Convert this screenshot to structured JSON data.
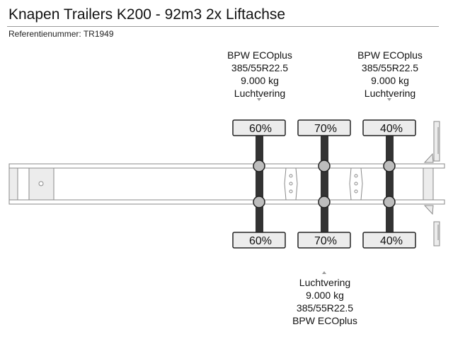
{
  "title": "Knapen Trailers K200 - 92m3 2x Liftachse",
  "reference": "Referentienummer: TR1949",
  "axles": [
    {
      "top_percent": "60%",
      "bottom_percent": "60%",
      "spec_position": "top",
      "spec": [
        "BPW ECOplus",
        "385/55R22.5",
        "9.000 kg",
        "Luchtvering"
      ]
    },
    {
      "top_percent": "70%",
      "bottom_percent": "70%",
      "spec_position": "bottom",
      "spec": [
        "Luchtvering",
        "9.000 kg",
        "385/55R22.5",
        "BPW ECOplus"
      ]
    },
    {
      "top_percent": "40%",
      "bottom_percent": "40%",
      "spec_position": "top",
      "spec": [
        "BPW ECOplus",
        "385/55R22.5",
        "9.000 kg",
        "Luchtvering"
      ]
    }
  ],
  "colors": {
    "axle_bar": "#333333",
    "hub": "#bdbdbd",
    "box_fill": "#ececec",
    "frame": "#8a8a8a",
    "marker": "#999999"
  }
}
